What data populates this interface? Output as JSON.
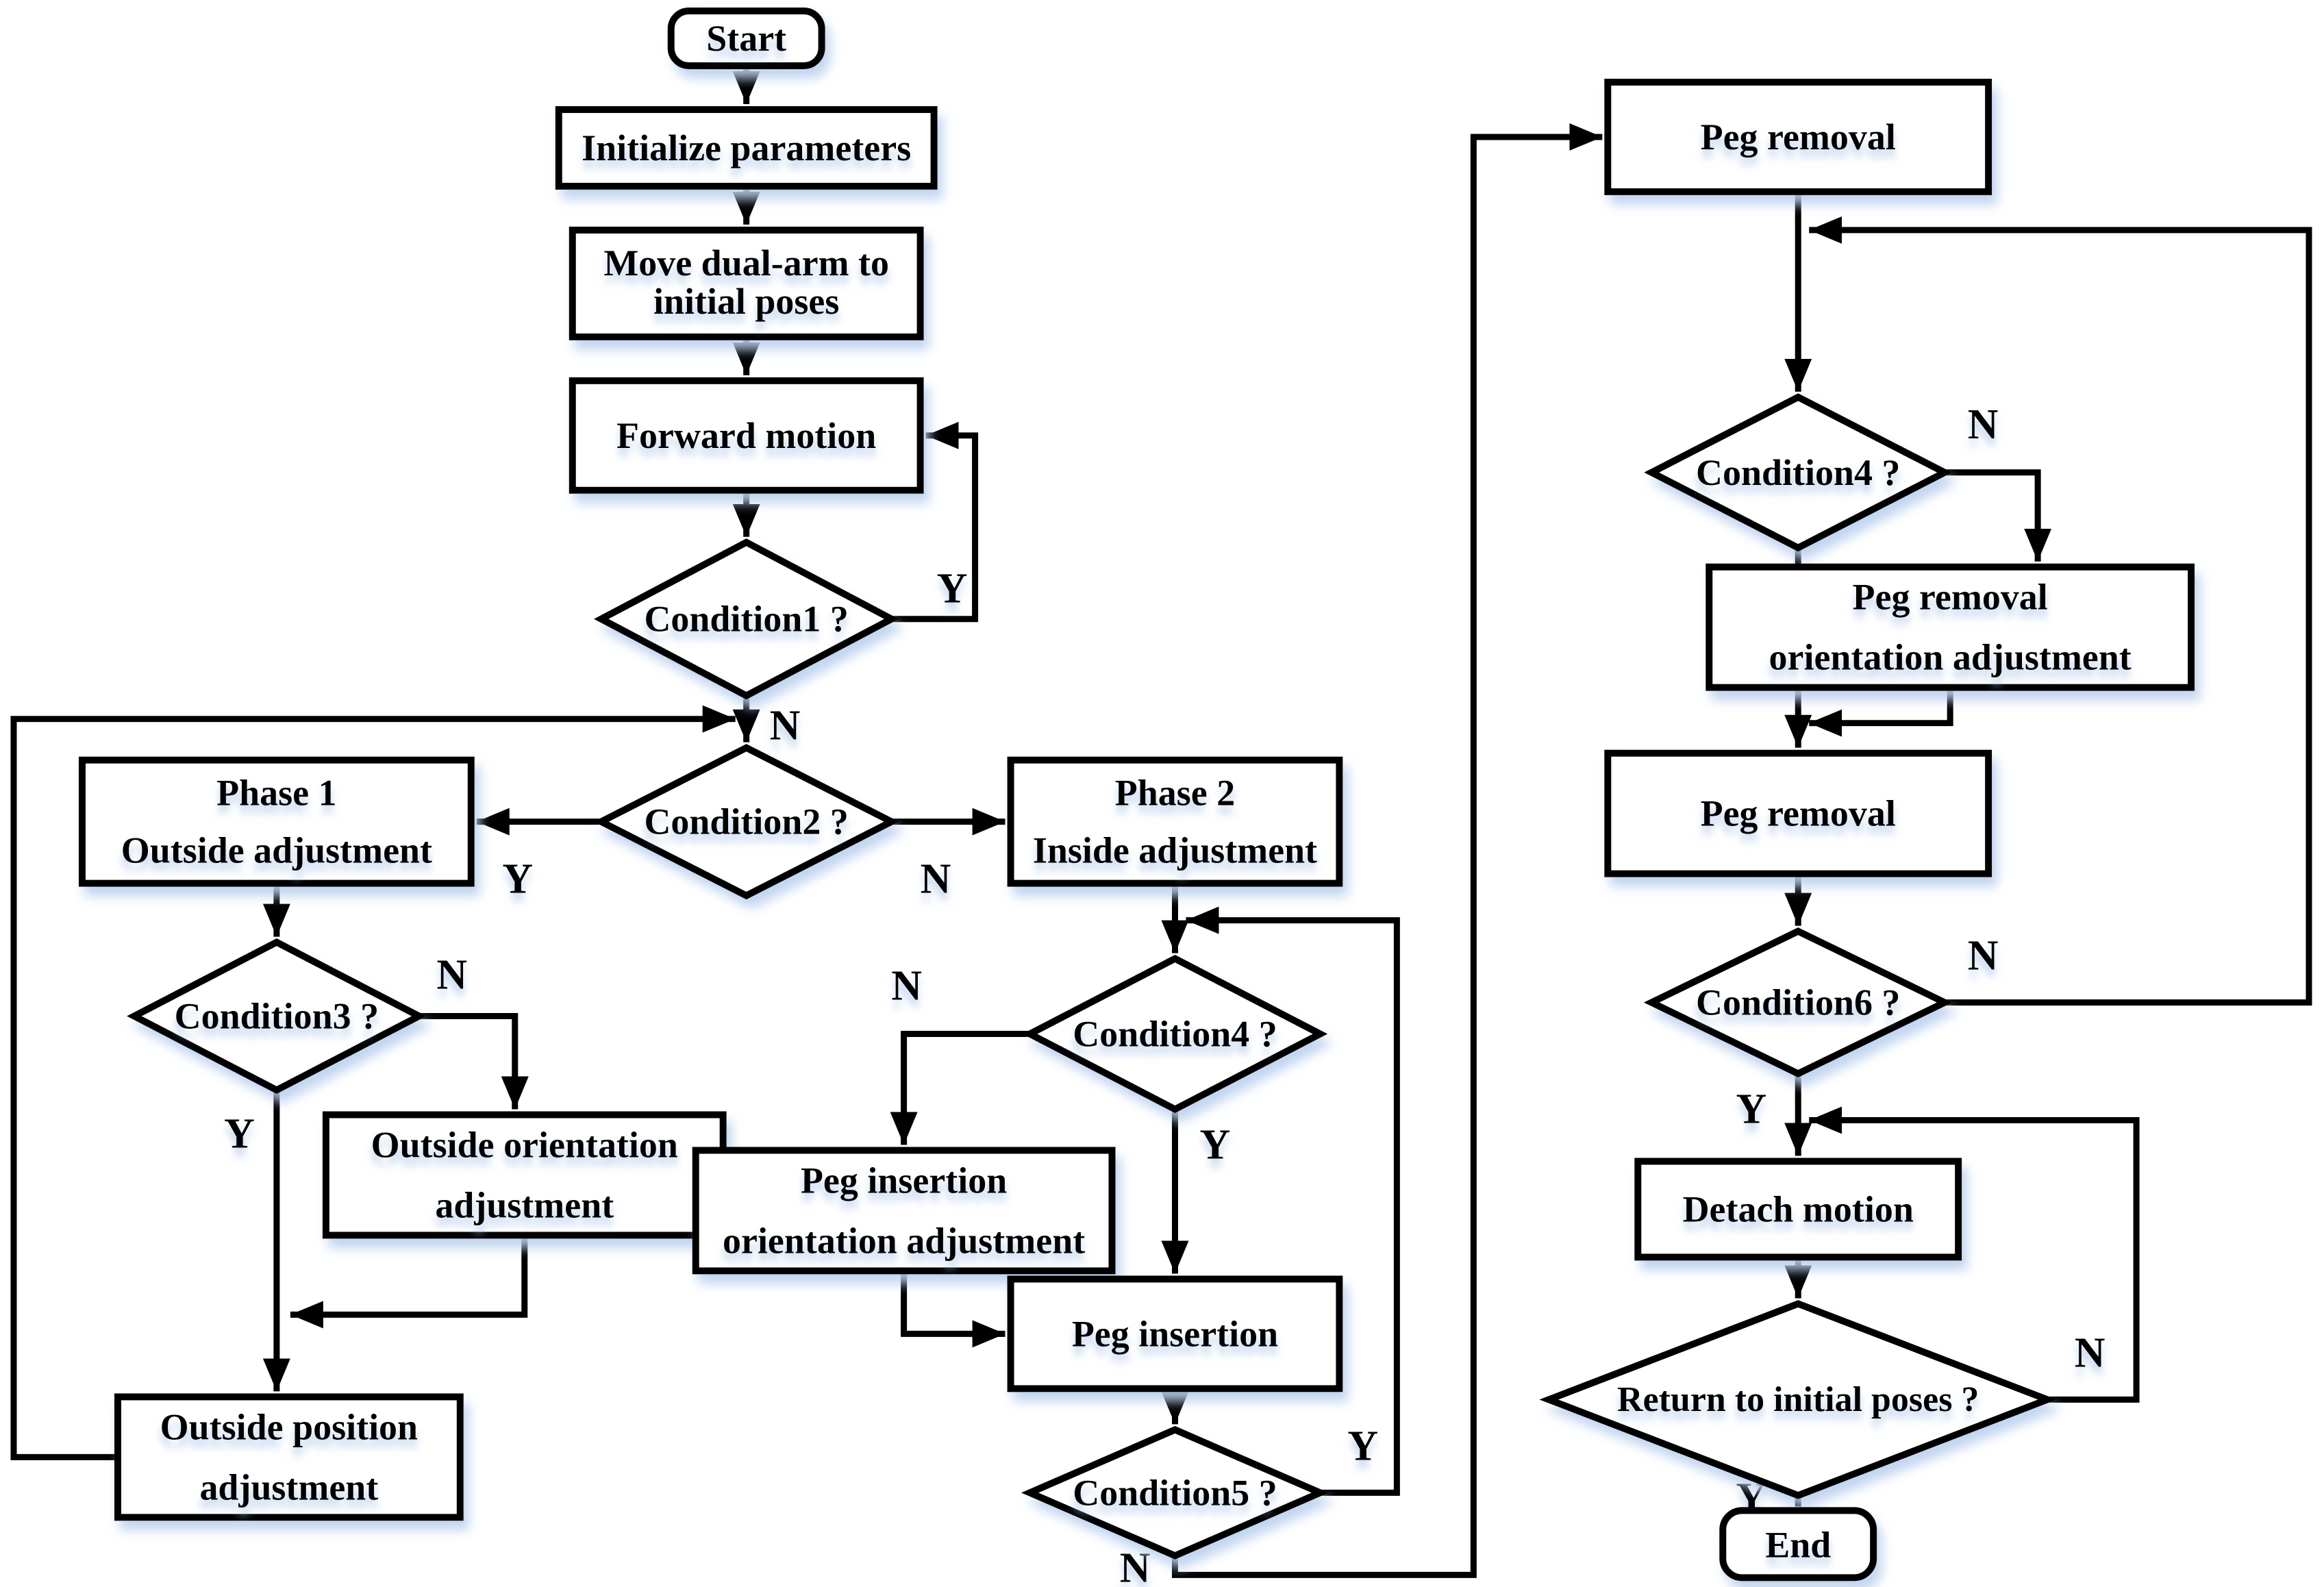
{
  "diagram": {
    "colors": {
      "stroke": "#000000",
      "fill": "#ffffff",
      "shadow": "#bcd0ee"
    },
    "nodes": {
      "start": {
        "label": "Start"
      },
      "init": {
        "label": "Initialize parameters"
      },
      "move": {
        "line1": "Move dual-arm to",
        "line2": "initial poses"
      },
      "fwd": {
        "label": "Forward motion"
      },
      "cond1": {
        "label": "Condition1 ?"
      },
      "cond2": {
        "label": "Condition2 ?"
      },
      "phase1": {
        "line1": "Phase 1",
        "line2": "Outside adjustment"
      },
      "cond3": {
        "label": "Condition3 ?"
      },
      "out_orient": {
        "line1": "Outside orientation",
        "line2": "adjustment"
      },
      "out_pos": {
        "line1": "Outside position",
        "line2": "adjustment"
      },
      "phase2": {
        "line1": "Phase 2",
        "line2": "Inside adjustment"
      },
      "cond4_center": {
        "label": "Condition4 ?"
      },
      "peg_ins_orient": {
        "line1": "Peg insertion",
        "line2": "orientation adjustment"
      },
      "peg_ins": {
        "label": "Peg insertion"
      },
      "cond5": {
        "label": "Condition5 ?"
      },
      "peg_removal_top": {
        "label": "Peg removal"
      },
      "cond4_right": {
        "label": "Condition4 ?"
      },
      "peg_rem_orient": {
        "line1": "Peg removal",
        "line2": "orientation adjustment"
      },
      "peg_removal_mid": {
        "label": "Peg removal"
      },
      "cond6": {
        "label": "Condition6 ?"
      },
      "detach": {
        "label": "Detach motion"
      },
      "return_pose": {
        "label": "Return to initial poses ?"
      },
      "end": {
        "label": "End"
      }
    },
    "edge_labels": {
      "yes": "Y",
      "no": "N"
    }
  }
}
